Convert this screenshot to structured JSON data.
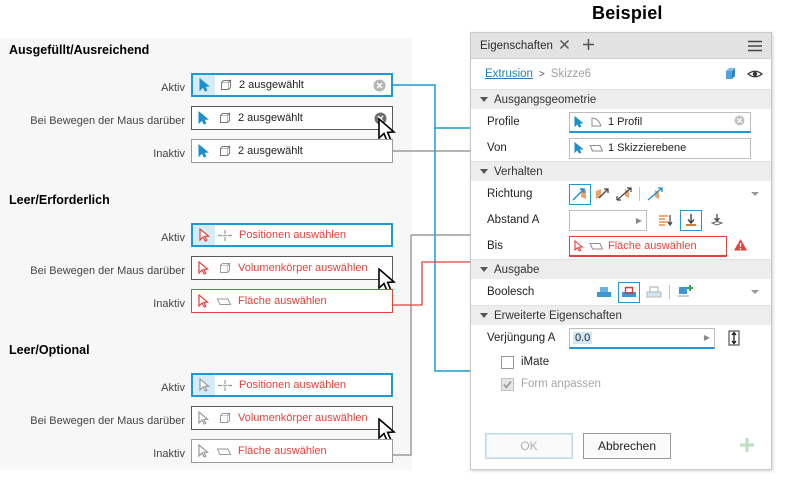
{
  "title": "Beispiel",
  "left_panel": {
    "sections": [
      {
        "heading": "Ausgefüllt/Ausreichend",
        "rows": [
          {
            "label": "Aktiv",
            "state": "active",
            "icon": "box-icon",
            "text": "2 ausgewählt",
            "text_color": "#222222",
            "has_clear": true
          },
          {
            "label": "Bei Bewegen der Maus darüber",
            "state": "hover",
            "icon": "box-icon",
            "text": "2 ausgewählt",
            "text_color": "#222222",
            "has_clear": true
          },
          {
            "label": "Inaktiv",
            "state": "inactive",
            "icon": "box-icon",
            "text": "2 ausgewählt",
            "text_color": "#222222",
            "has_clear": false
          }
        ]
      },
      {
        "heading": "Leer/Erforderlich",
        "rows": [
          {
            "label": "Aktiv",
            "state": "active",
            "icon": "point-icon",
            "text": "Positionen auswählen",
            "text_color": "#e8403a",
            "has_clear": false
          },
          {
            "label": "Bei Bewegen der Maus darüber",
            "state": "hover",
            "icon": "box-icon",
            "text": "Volumenkörper auswählen",
            "text_color": "#e8403a",
            "has_clear": false
          },
          {
            "label": "Inaktiv",
            "state": "error",
            "icon": "face-icon",
            "text": "Fläche auswählen",
            "text_color": "#e8403a",
            "has_clear": false
          }
        ]
      },
      {
        "heading": "Leer/Optional",
        "rows": [
          {
            "label": "Aktiv",
            "state": "active",
            "icon": "point-icon",
            "text": "Positionen auswählen",
            "text_color": "#e8403a",
            "has_clear": false
          },
          {
            "label": "Bei Bewegen der Maus darüber",
            "state": "hover",
            "icon": "box-icon",
            "text": "Volumenkörper auswählen",
            "text_color": "#e8403a",
            "has_clear": false
          },
          {
            "label": "Inaktiv",
            "state": "inactive",
            "icon": "face-icon",
            "text": "Fläche auswählen",
            "text_color": "#e8403a",
            "has_clear": false
          }
        ]
      }
    ]
  },
  "props_panel": {
    "tab": {
      "label": "Eigenschaften",
      "close_icon": "close-icon",
      "add_icon": "plus-icon",
      "menu_icon": "hamburger-icon"
    },
    "breadcrumb": {
      "current": "Extrusion",
      "separator": ">",
      "parent": "Skizze6",
      "body_icon": "solid-body-icon",
      "visibility_icon": "eye-icon"
    },
    "groups": [
      {
        "name": "Ausgangsgeometrie",
        "rows": [
          {
            "label": "Profile",
            "icon": "profile-icon",
            "text": "1 Profil",
            "state": "selected-underline",
            "has_clear": true
          },
          {
            "label": "Von",
            "icon": "face-icon",
            "text": "1 Skizzierebene",
            "state": "plain",
            "has_clear": false
          }
        ]
      },
      {
        "name": "Verhalten",
        "direction": {
          "label": "Richtung",
          "options": [
            "direction-normal-icon",
            "direction-flipped-icon",
            "direction-symmetric-icon",
            "direction-asymmetric-icon"
          ],
          "selected_index": 0,
          "more_icon": "caret-down-icon"
        },
        "distance": {
          "label": "Abstand A",
          "value": "",
          "spin_icon": "spin-arrow-icon",
          "buttons": [
            "measure-icon",
            "to-next-icon",
            "to-body-icon"
          ],
          "selected_index": 1
        },
        "to": {
          "label": "Bis",
          "icon": "face-icon",
          "text": "Fläche auswählen",
          "state": "error",
          "warning_icon": "warning-icon"
        }
      },
      {
        "name": "Ausgabe",
        "boolean": {
          "label": "Boolesch",
          "options": [
            "join-icon",
            "cut-icon",
            "intersect-icon",
            "new-body-icon"
          ],
          "selected_index": 1,
          "more_icon": "caret-down-icon"
        }
      },
      {
        "name": "Erweiterte Eigenschaften",
        "taper": {
          "label": "Verjüngung A",
          "value": "0.0",
          "spin_icon": "spin-arrow-icon",
          "flip-icon": "flip-direction-icon"
        },
        "checkboxes": [
          {
            "label": "iMate",
            "checked": false,
            "disabled": false
          },
          {
            "label": "Form anpassen",
            "checked": true,
            "disabled": true
          }
        ]
      }
    ],
    "buttons": {
      "ok": "OK",
      "cancel": "Abbrechen",
      "add_icon": "plus-green-icon"
    }
  },
  "colors": {
    "accent_blue": "#1c9ad6",
    "error_red": "#e8403a",
    "link_blue": "#1c7fc4",
    "panel_bg": "#f7f7f7",
    "group_header_bg": "#ededed"
  }
}
